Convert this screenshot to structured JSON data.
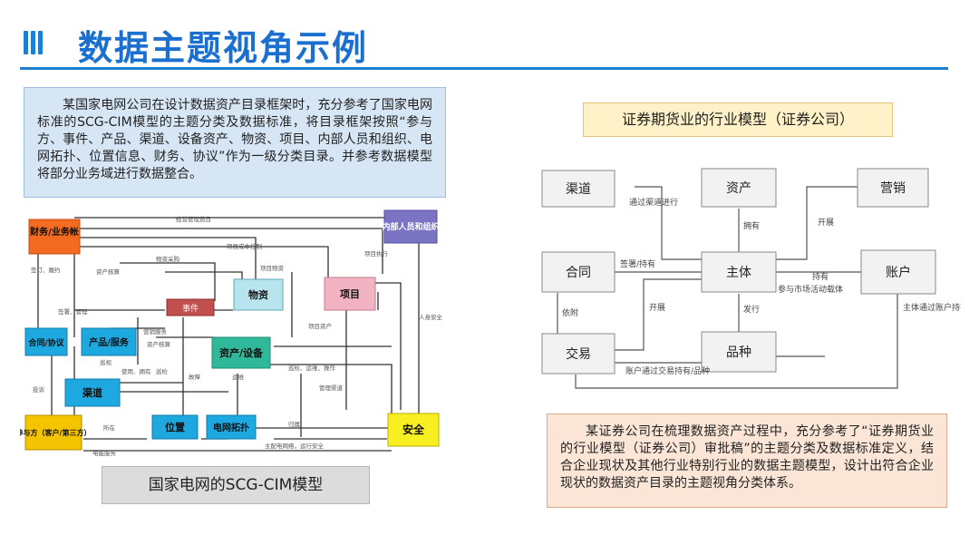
{
  "page": {
    "title": "数据主题视角示例"
  },
  "left_note": "某国家电网公司在设计数据资产目录框架时，充分参考了国家电网标准的SCG-CIM模型的主题分类及数据标准，将目录框架按照“参与方、事件、产品、渠道、设备资产、物资、项目、内部人员和组织、电网拓扑、位置信息、财务、协议”作为一级分类目录。并参考数据模型将部分业务域进行数据整合。",
  "sgcc": {
    "caption": "国家电网的SCG-CIM模型",
    "nodes": {
      "finance": "财务/业务帐",
      "internal": "内部人员和组织",
      "event": "事件",
      "material": "物资",
      "project": "项目",
      "contract": "合同/协议",
      "product": "产品/服务",
      "asset": "资产/设备",
      "channel": "渠道",
      "party": "参与方（客户/第三方）",
      "location": "位置",
      "grid": "电网拓扑",
      "safety": "安全"
    },
    "labels": {
      "l1": "经营管理费目",
      "l2": "物资采购",
      "l3": "项目成本控制",
      "l4": "资产核算",
      "l5": "项目物资",
      "l6": "项目执行",
      "l7": "签订、履约",
      "l8": "签署、管理",
      "l9": "营销服务",
      "l10": "项目资产",
      "l11": "人身安全",
      "l12": "巡视",
      "l13": "巡检",
      "l14": "故障",
      "l15": "运维",
      "l16": "巡检、运维、操作",
      "l17": "管理渠道",
      "l18": "所在",
      "l19": "电能服务",
      "l20": "归属",
      "l21": "主配电网络，运行安全",
      "l22": "使用、拥有",
      "l23": "投诉",
      "l24": "资产核算"
    }
  },
  "securities": {
    "caption": "证券期货业的行业模型（证券公司）",
    "nodes": {
      "channel": "渠道",
      "asset": "资产",
      "marketing": "营销",
      "contract": "合同",
      "subject": "主体",
      "account": "账户",
      "trade": "交易",
      "product": "品种"
    },
    "labels": {
      "via_channel": "通过渠道进行",
      "own": "拥有",
      "open1": "开展",
      "sign": "签署/持有",
      "hold": "持有",
      "carrier": "参与市场活动载体",
      "depend": "依附",
      "open2": "开展",
      "issue": "发行",
      "via_account": "主体通过账户持有/品种",
      "trade_hold": "账户通过交易持有/品种"
    }
  },
  "right_note": "某证券公司在梳理数据资产过程中，充分参考了“证券期货业的行业模型（证券公司）审批稿”的主题分类及数据标准定义，结合企业现状及其他行业特别行业的数据主题模型，设计出符合企业现状的数据资产目录的主题视角分类体系。",
  "colors": {
    "title": "#1a6fcf",
    "finance": "#f26b21",
    "internal": "#7b73c4",
    "event": "#c0504d",
    "material": "#b8e4ee",
    "project": "#f2b3c2",
    "blue": "#1ea8e0",
    "asset": "#2fb99a",
    "party": "#f5c400",
    "safety": "#f7ef1f"
  }
}
